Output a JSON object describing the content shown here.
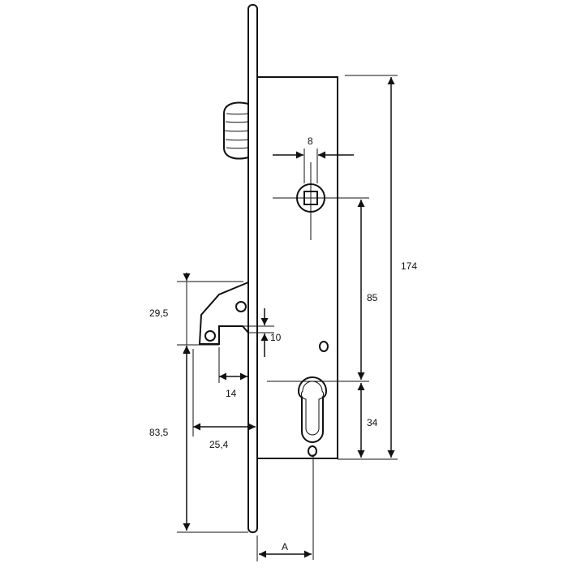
{
  "diagram": {
    "colors": {
      "line": "#111111",
      "background": "#ffffff"
    },
    "dimensions": {
      "total_height": "174",
      "follower_to_cylinder": "85",
      "cylinder_to_bottom": "34",
      "follower_width": "8",
      "hook_height": "29,5",
      "hook_gap": "10",
      "hook_throw": "14",
      "hook_projection": "25,4",
      "hook_to_bottom": "83,5",
      "backset": "A"
    }
  }
}
